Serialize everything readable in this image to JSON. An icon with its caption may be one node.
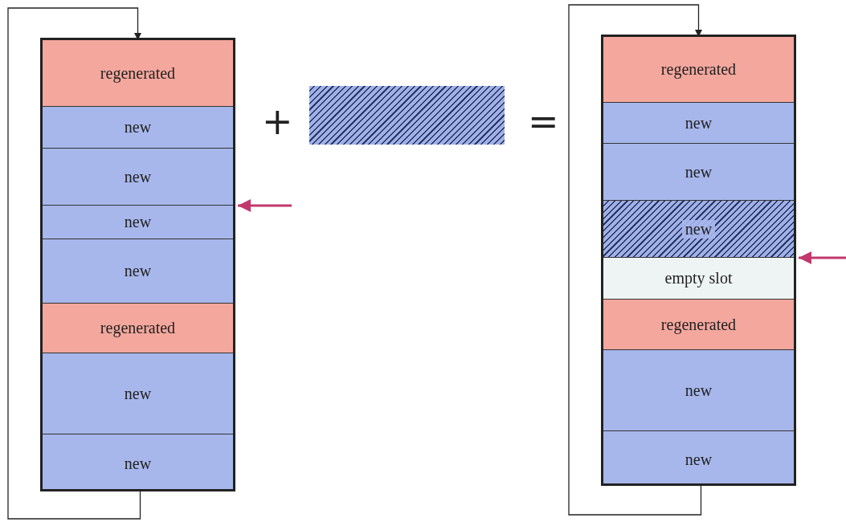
{
  "diagram": {
    "nodes": [
      {
        "text": [],
        "shape": "box"
      },
      {
        "text": [
          "regenerated"
        ],
        "in": 0
      },
      {
        "text": [
          "new"
        ],
        "in": 0
      },
      {
        "text": [
          "new"
        ],
        "in": 0
      },
      {
        "text": [
          "new"
        ],
        "in": 0
      },
      {
        "text": [
          "new"
        ],
        "in": 0
      },
      {
        "text": [
          "regenerated"
        ],
        "in": 0
      },
      {
        "text": [
          "new"
        ],
        "in": 0
      },
      {
        "text": [
          "new"
        ],
        "in": 0
      },
      {
        "text": [],
        "shape": "box"
      },
      {
        "text": [],
        "shape": "box"
      },
      {
        "text": [
          "regenerated"
        ],
        "in": 10
      },
      {
        "text": [
          "new"
        ],
        "in": 10
      },
      {
        "text": [
          "new"
        ],
        "in": 10
      },
      {
        "text": [
          "new"
        ],
        "in": 10
      },
      {
        "text": [
          "empty slot"
        ],
        "in": 10
      },
      {
        "text": [
          "regenerated"
        ],
        "in": 10
      },
      {
        "text": [
          "new"
        ],
        "in": 10
      },
      {
        "text": [
          "new"
        ],
        "in": 10
      }
    ],
    "edges": [
      {
        "from": 8,
        "to": 1,
        "arrow": "to"
      },
      {
        "from": null,
        "to": 0,
        "arrow": "to",
        "style": "thick",
        "color": "#c2386c"
      },
      {
        "from": 18,
        "to": 11,
        "arrow": "to"
      },
      {
        "from": null,
        "to": 10,
        "arrow": "to",
        "style": "thick",
        "color": "#c2386c"
      }
    ],
    "labels": [
      "+",
      "="
    ]
  }
}
